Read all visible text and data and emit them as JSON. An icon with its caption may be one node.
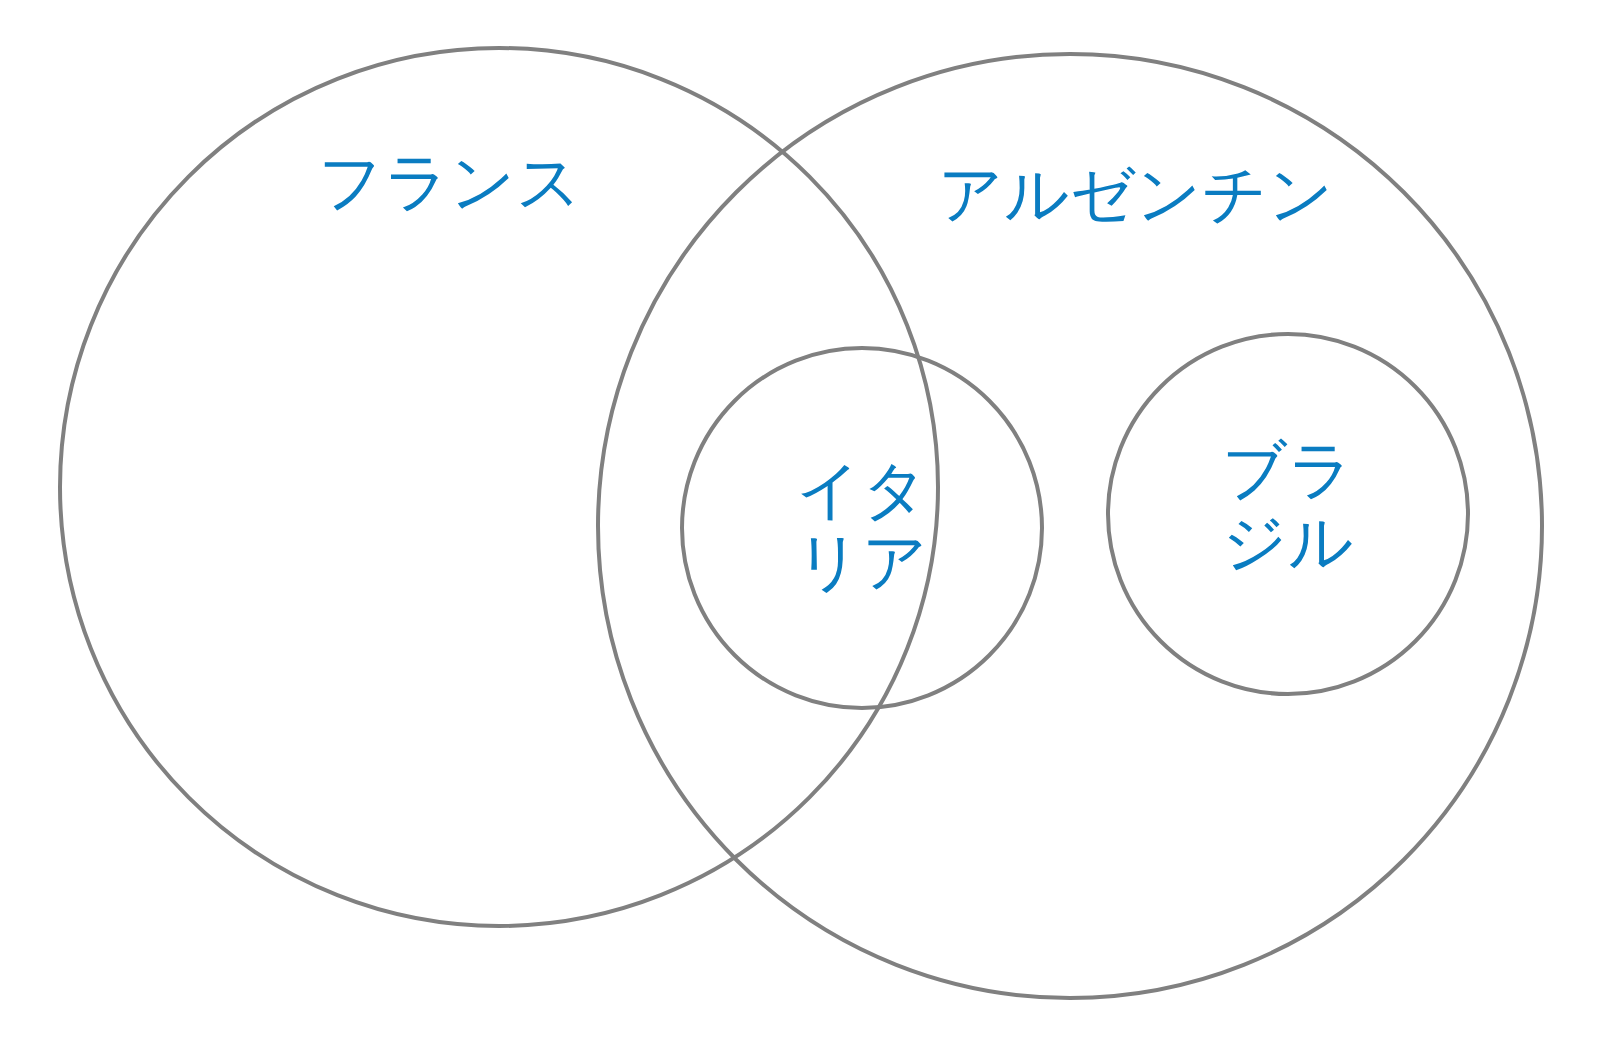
{
  "diagram": {
    "nodes": [
      {
        "text": [
          "フランス"
        ]
      },
      {
        "text": [
          "アルゼンチン"
        ]
      },
      {
        "text": [
          "イタリア"
        ],
        "in": 1
      },
      {
        "text": [
          "ブラジル"
        ],
        "in": 1
      }
    ],
    "edges": []
  }
}
